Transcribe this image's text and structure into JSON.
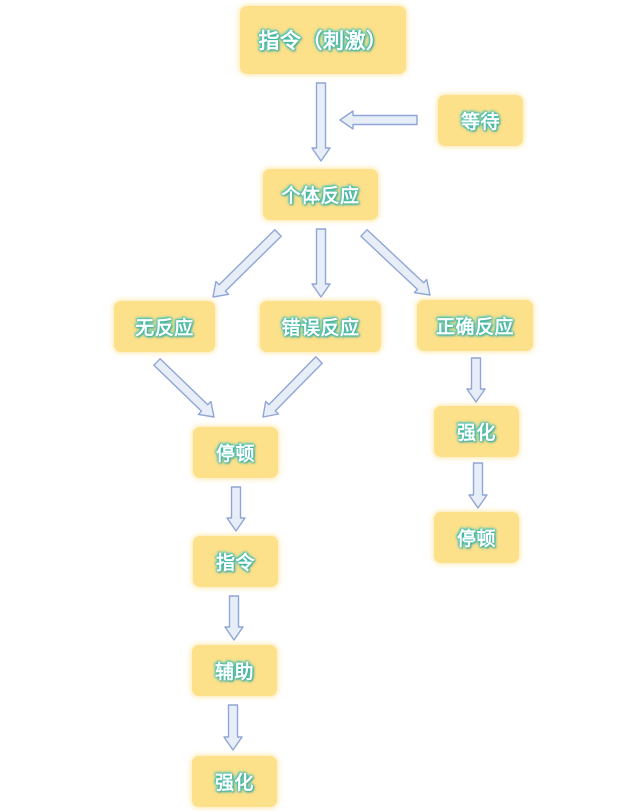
{
  "nodes": {
    "command_stimulus": "指令（刺激）",
    "wait": "等待",
    "individual_response": "个体反应",
    "no_response": "无反应",
    "wrong_response": "错误反应",
    "correct_response": "正确反应",
    "pause_left": "停顿",
    "reinforce_right": "强化",
    "pause_right": "停顿",
    "command_repeat": "指令",
    "prompt_assist": "辅助",
    "reinforce_bottom": "强化"
  },
  "colors": {
    "node_fill": "#fde08a",
    "text_glow": "#3fb8a6",
    "arrow_fill": "#e8eef8",
    "arrow_stroke": "#8fa6d6"
  }
}
